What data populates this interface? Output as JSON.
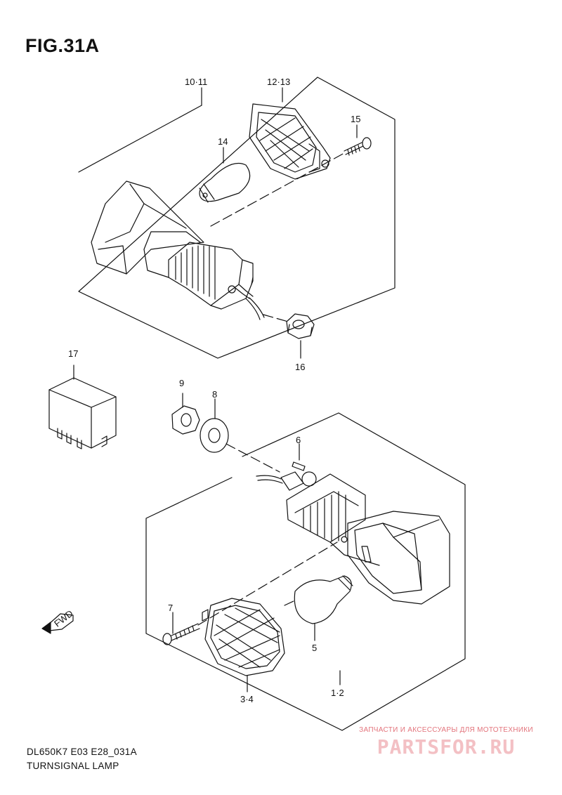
{
  "figure": {
    "title": "FIG.31A"
  },
  "callouts": {
    "p10_11": "10·11",
    "p12_13": "12·13",
    "p15": "15",
    "p14": "14",
    "p16": "16",
    "p17": "17",
    "p9": "9",
    "p8": "8",
    "p6": "6",
    "p7": "7",
    "p5": "5",
    "p3_4": "3·4",
    "p1_2": "1·2",
    "fwd": "FWD"
  },
  "footer": {
    "model_code": "DL650K7 E03 E28_031A",
    "section_name": "TURNSIGNAL LAMP"
  },
  "watermark": {
    "tagline": "ЗАПЧАСТИ И АКСЕССУАРЫ ДЛЯ МОТОТЕХНИКИ",
    "logo": "PARTSFOR.RU"
  },
  "colors": {
    "line": "#111111",
    "watermark": "#e3747c"
  }
}
